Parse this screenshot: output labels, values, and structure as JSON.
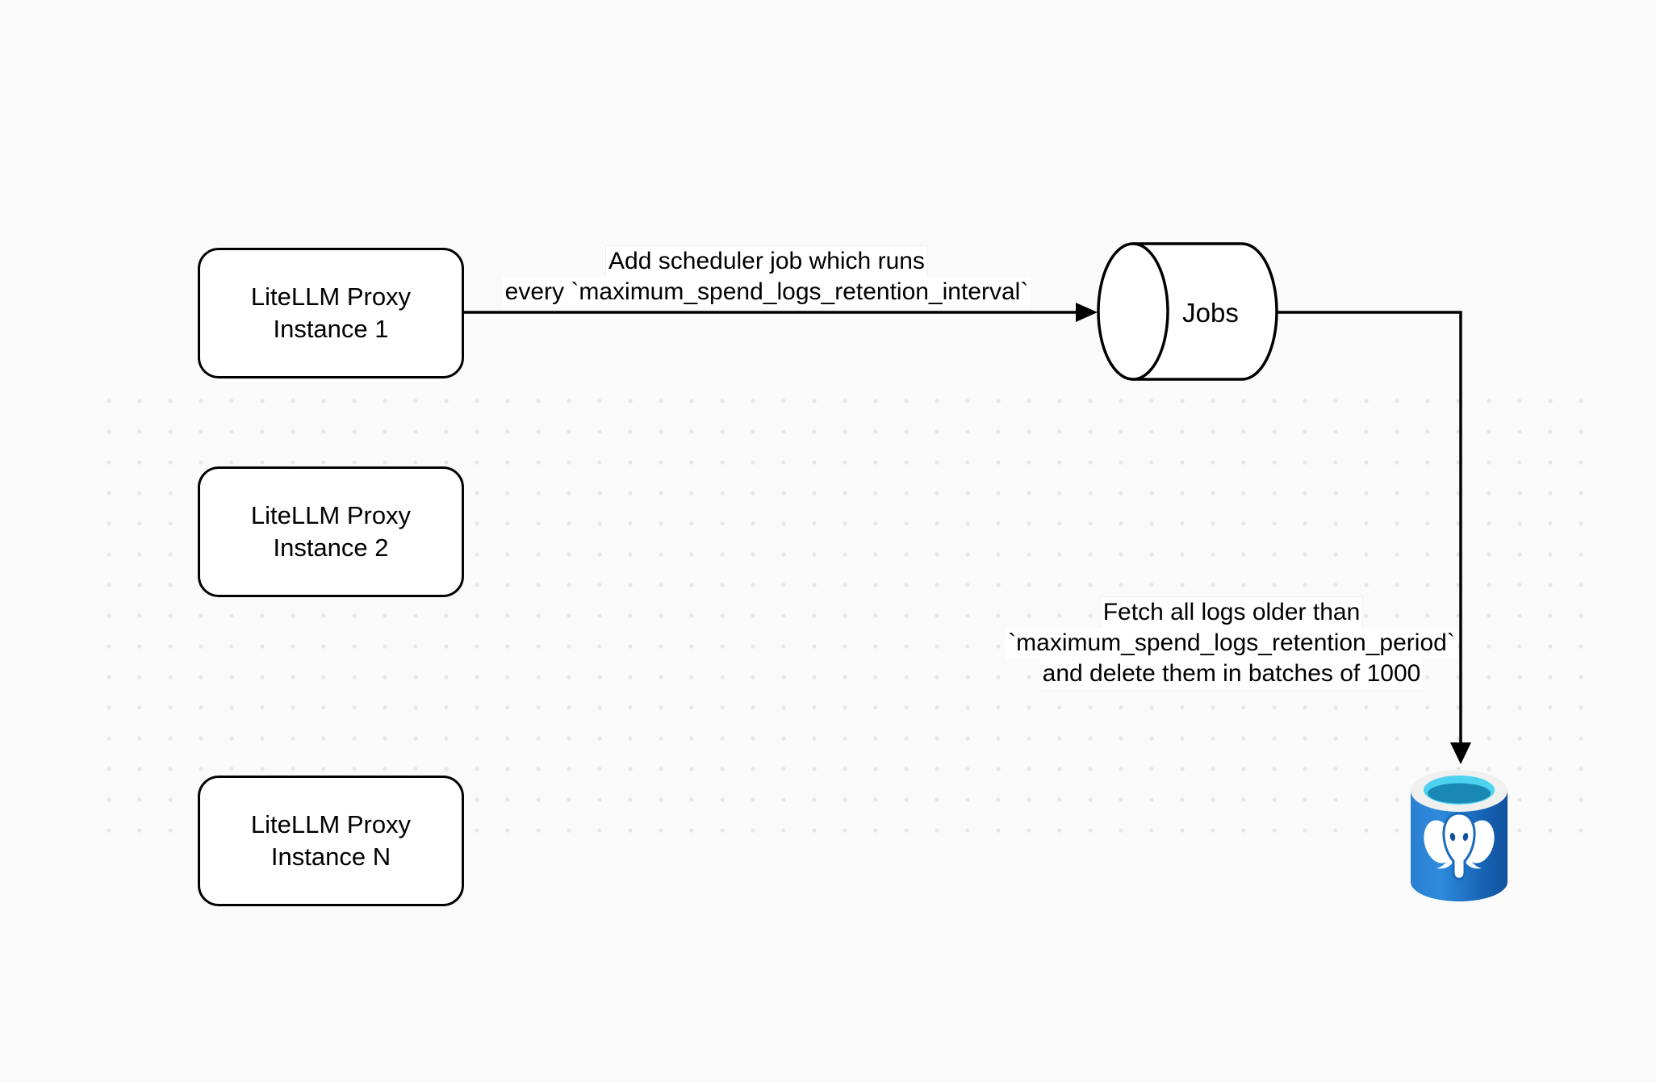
{
  "canvas": {
    "background_color": "#fafafa",
    "dot_color": "#e7e7e7"
  },
  "nodes": {
    "proxy_instances": [
      {
        "line1": "LiteLLM Proxy",
        "line2": "Instance 1"
      },
      {
        "line1": "LiteLLM Proxy",
        "line2": "Instance 2"
      },
      {
        "line1": "LiteLLM Proxy",
        "line2": "Instance N"
      }
    ],
    "jobs": {
      "label": "Jobs"
    },
    "database": {
      "icon": "postgresql-database-icon",
      "body_color": "#1b6abe",
      "rim_color": "#f0f0f0",
      "opening_color": "#4dd2f0",
      "opening_shadow_color": "#1989b4"
    }
  },
  "edge_labels": {
    "scheduler": {
      "line1": "Add scheduler job which runs",
      "line2": "every `maximum_spend_logs_retention_interval`"
    },
    "fetch_delete": {
      "line1": "Fetch all logs older than",
      "line2": "`maximum_spend_logs_retention_period`",
      "line3": "and delete them in batches of 1000"
    }
  }
}
